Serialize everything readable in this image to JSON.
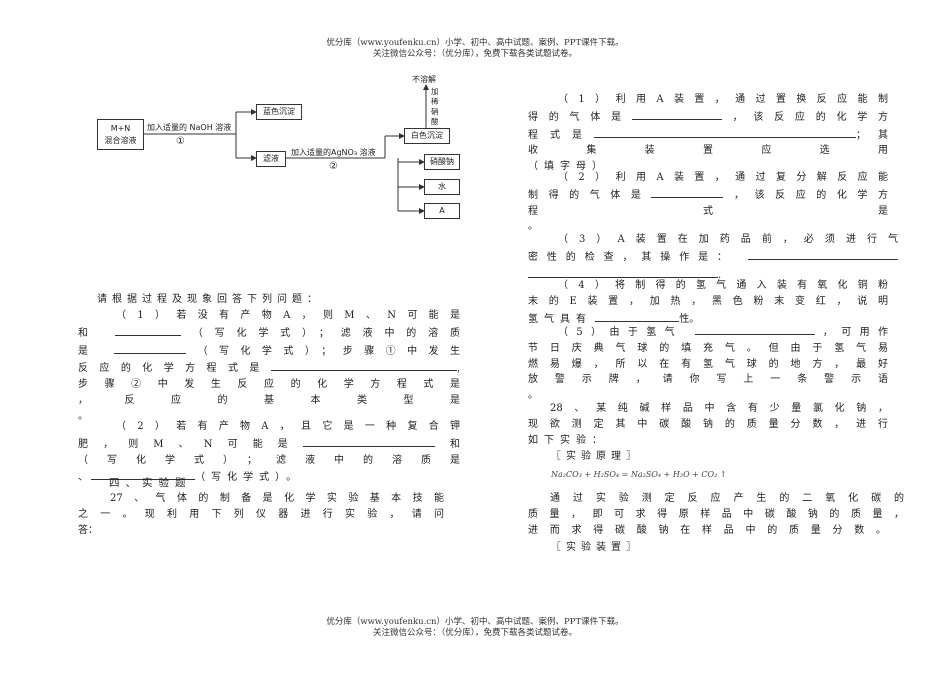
{
  "header": {
    "line1": "优分库（www.youfenku.cn）小学、初中、高中试题、案例、PPT课件下载。",
    "line2": "关注微信公众号：（优分库），免费下载各类试题试卷。"
  },
  "footer": {
    "line1": "优分库（www.youfenku.cn）小学、初中、高中试题、案例、PPT课件下载。",
    "line2": "关注微信公众号：（优分库），免费下载各类试题试卷。"
  },
  "diagram": {
    "start_line1": "M+N",
    "start_line2": "混合溶液",
    "step1_label": "加入适量的 NaOH 溶液",
    "step1_num": "①",
    "blue_precip": "蓝色沉淀",
    "filtrate": "滤液",
    "step2_label": "加入适量的AgNO₃ 溶液",
    "step2_num": "②",
    "white_precip": "白色沉淀",
    "add_acid": "加稀硝酸",
    "insoluble": "不溶解",
    "product1": "硝酸钠",
    "product2": "水",
    "product3": "A"
  },
  "left": {
    "intro": "请根据过程及现象回答下列问题：",
    "q1": [
      "（1）若没有产物A，则M、N可能是",
      "和",
      "（写化学式）；滤液中的溶质",
      "是",
      "（写化学式）；步骤①中发生",
      "反应的化学方程式是",
      ",",
      "步骤②中发生反应的化学方程式是",
      "，反应的基本类型是",
      "。"
    ],
    "q2": [
      "（2）若有产物A，且它是一种复合钾",
      "肥，则M、N可能是",
      "和",
      "（写化学式）；滤液中的溶质是",
      "、",
      "（写化学式）。"
    ],
    "section_title": "四、实验题",
    "q27": [
      "27、气体的制备是化学实验基本技能",
      "之一。现利用下列仪器进行实验，请问",
      "答："
    ]
  },
  "right": {
    "p1": [
      "（1）利用A装置，通过置换反应能制",
      "得的气体是",
      "，该反应的化学方",
      "程式是",
      "；其",
      "收集装置应选用",
      "（填字母）"
    ],
    "p2": [
      "（2）利用A装置，通过复分解反应能",
      "制得的气体是",
      "，该反应的化学方",
      "程式是",
      "。"
    ],
    "p3": [
      "（3）A装置在加药品前，必须进行气",
      "密性的检查，其操作是：",
      "."
    ],
    "p4": [
      "（4）将制得的氢气通入装有氧化铜粉",
      "末的E装置，加热，黑色粉末变红，说明",
      "氢气具有",
      "性。"
    ],
    "p5": [
      "（5）由于氢气",
      "，可用作",
      "节日庆典气球的填充气。但由于氢气易",
      "燃易爆，所以在有氢气球的地方，最好",
      "放警示牌，请你写上一条警示语",
      "。"
    ],
    "q28": [
      "28、某纯碱样品中含有少量氯化钠，",
      "现欲测定其中碳酸钠的质量分数，进行",
      "如下实验："
    ],
    "principle": "〖实验原理〗",
    "equation": "Na₂CO₃ + H₂SO₄ = Na₂SO₄ + H₂O + CO₂ ↑",
    "p6": [
      "通过实验测定反应产生的二氧化碳的",
      "质量，即可求得原样品中碳酸钠的质量，",
      "进而求得碳酸钠在样品中的质量分数。"
    ],
    "apparatus": "〖实验装置〗"
  }
}
